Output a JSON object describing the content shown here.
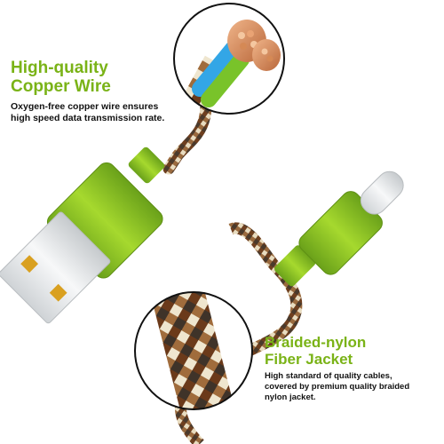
{
  "feature_copper": {
    "title_line1": "High-quality",
    "title_line2": "Copper Wire",
    "desc_line1": "Oxygen-free copper wire ensures",
    "desc_line2": "high speed data transmission rate."
  },
  "feature_jacket": {
    "title_line1": "Braided-nylon",
    "title_line2": "Fiber Jacket",
    "desc_line1": "High standard of quality cables,",
    "desc_line2": "covered by premium quality braided",
    "desc_line3": "nylon jacket."
  },
  "colors": {
    "accent_green": "#7ab317",
    "text_dark": "#111111",
    "braid_brown": "#7a4a26",
    "braid_tan": "#d9c49a",
    "connector_metal": "#e6e8ea"
  },
  "icons": [
    "copper-wire-zoom",
    "braided-jacket-zoom",
    "usb-a-connector",
    "usb-c-connector"
  ]
}
